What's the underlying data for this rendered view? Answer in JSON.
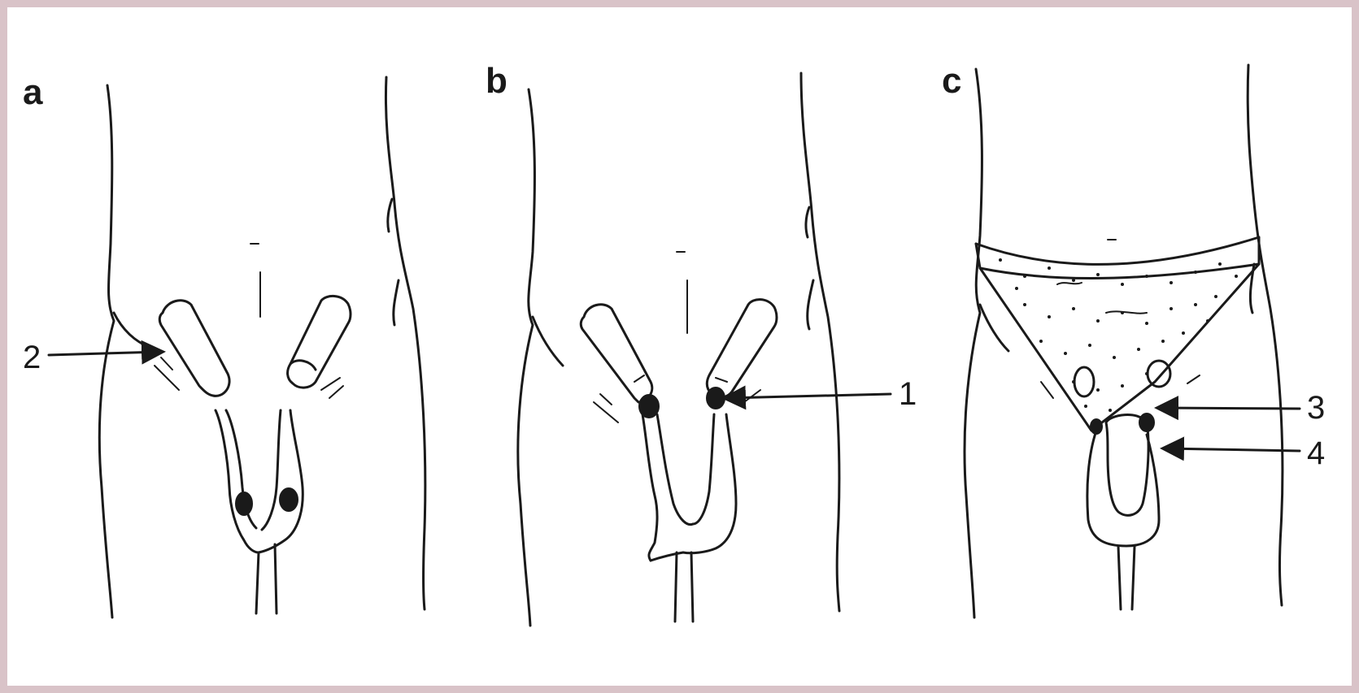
{
  "figure": {
    "panels": [
      {
        "letter": "a"
      },
      {
        "letter": "b"
      },
      {
        "letter": "c"
      }
    ],
    "callouts": {
      "c1": "1",
      "c2": "2",
      "c3": "3",
      "c4": "4"
    }
  },
  "colors": {
    "frame": "#d9c3c8",
    "ink": "#1a1a1a",
    "background": "#ffffff"
  }
}
